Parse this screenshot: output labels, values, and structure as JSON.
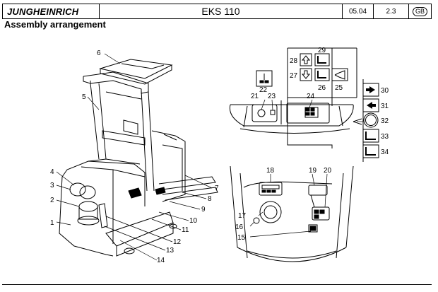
{
  "header": {
    "brand": "JUNGHEINRICH",
    "model": "EKS 110",
    "date": "05.04",
    "section": "2.3",
    "language": "GB"
  },
  "title": "Assembly arrangement",
  "callouts": {
    "c1": "1",
    "c2": "2",
    "c3": "3",
    "c4": "4",
    "c5": "5",
    "c6": "6",
    "c7": "7",
    "c8": "8",
    "c9": "9",
    "c10": "10",
    "c11": "11",
    "c12": "12",
    "c13": "13",
    "c14": "14",
    "c15": "15",
    "c16": "16",
    "c17": "17",
    "c18": "18",
    "c19": "19",
    "c20": "20",
    "c21": "21",
    "c22": "22",
    "c23": "23",
    "c24": "24",
    "c25": "25",
    "c26": "26",
    "c27": "27",
    "c28": "28",
    "c29": "29",
    "c30": "30",
    "c31": "31",
    "c32": "32",
    "c33": "33",
    "c34": "34"
  }
}
